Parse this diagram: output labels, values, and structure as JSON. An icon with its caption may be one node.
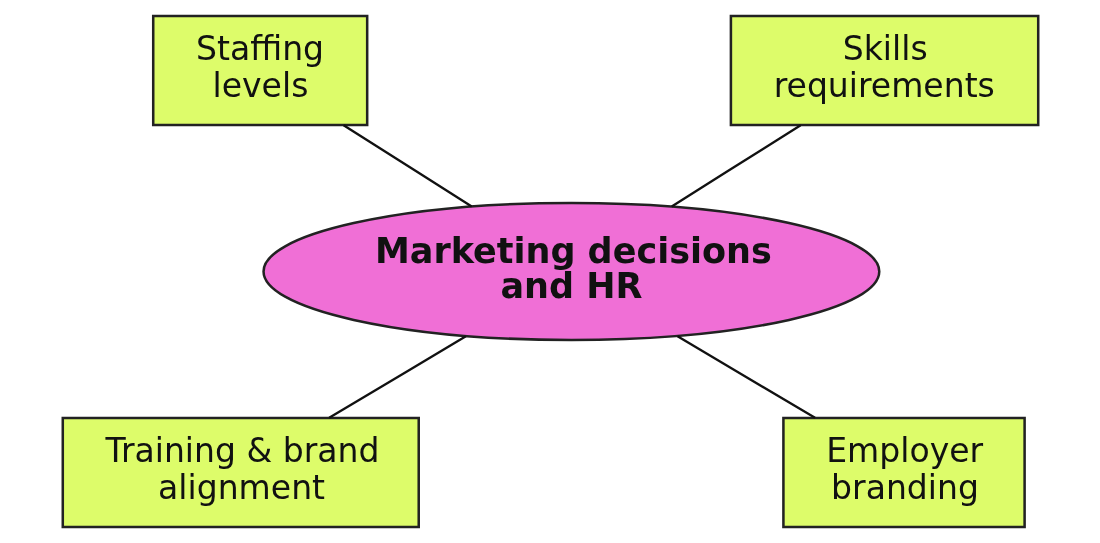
{
  "diagram": {
    "nodes": [
      {
        "text": [
          "Staffing levels"
        ]
      },
      {
        "text": [
          "Skills requirements"
        ]
      },
      {
        "text": [
          "Marketing decisions and HR"
        ]
      },
      {
        "text": [
          "Training & brand alignment"
        ]
      },
      {
        "text": [
          "Employer branding"
        ]
      }
    ],
    "edges": [
      {
        "from": 0,
        "to": 2,
        "arrow": "none"
      },
      {
        "from": 1,
        "to": 2,
        "arrow": "none"
      },
      {
        "from": 2,
        "to": 3,
        "arrow": "none"
      },
      {
        "from": 2,
        "to": 4,
        "arrow": "none"
      }
    ]
  }
}
